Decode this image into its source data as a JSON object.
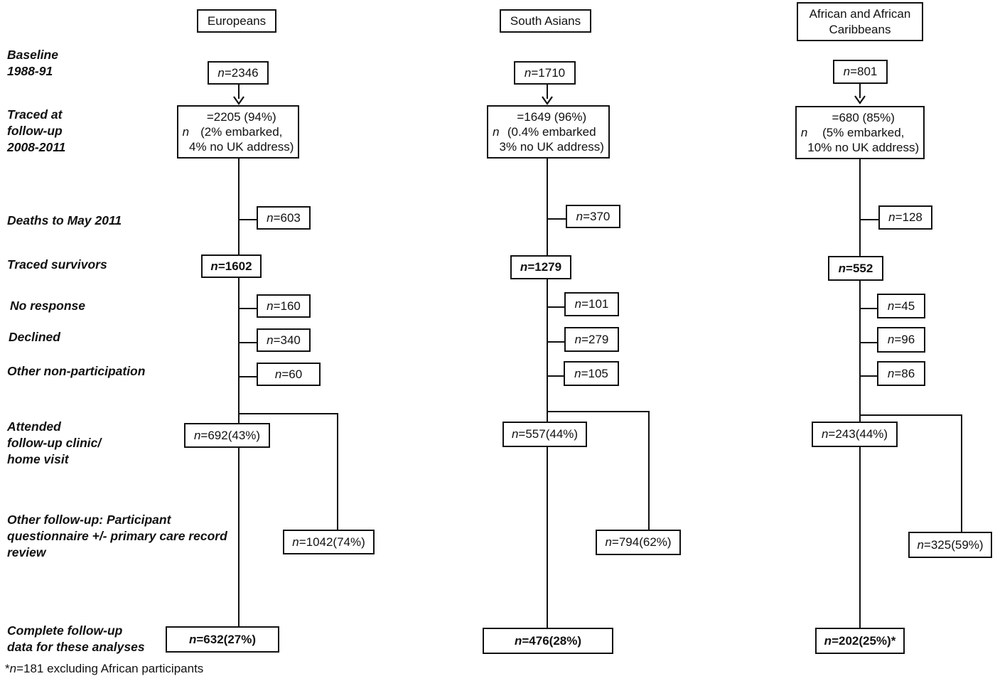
{
  "figure": {
    "row_labels": {
      "baseline": "Baseline\n1988-91",
      "traced": "Traced at\nfollow-up\n2008-2011",
      "deaths": "Deaths to May 2011",
      "survivors": "Traced survivors",
      "no_response": "No response",
      "declined": "Declined",
      "other_nonparticipation": "Other non-participation",
      "attended": "Attended\nfollow-up clinic/\nhome visit",
      "other_followup": "Other follow-up: Participant\nquestionnaire +/- primary care record\nreview",
      "complete": "Complete follow-up\ndata for these analyses"
    },
    "footnote": "*n=181 excluding African participants",
    "columns": [
      {
        "header": "Europeans",
        "baseline": "n=2346",
        "traced": "n=2205 (94%)\n(2% embarked,\n4% no UK address)",
        "deaths": "n=603",
        "survivors": "n=1602",
        "no_response": "n=160",
        "declined": "n=340",
        "other_nonparticipation": "n=60",
        "attended": "n=692(43%)",
        "other_followup": "n=1042(74%)",
        "complete": "n=632(27%)"
      },
      {
        "header": "South Asians",
        "baseline": "n=1710",
        "traced": "n=1649 (96%)\n(0.4% embarked\n3% no UK address)",
        "deaths": "n=370",
        "survivors": "n=1279",
        "no_response": "n=101",
        "declined": "n=279",
        "other_nonparticipation": "n=105",
        "attended": "n=557(44%)",
        "other_followup": "n=794(62%)",
        "complete": "n=476(28%)"
      },
      {
        "header": "African and African\nCaribbeans",
        "baseline": "n=801",
        "traced": "n=680 (85%)\n(5% embarked,\n10% no UK address)",
        "deaths": "n=128",
        "survivors": "n=552",
        "no_response": "n=45",
        "declined": "n=96",
        "other_nonparticipation": "n=86",
        "attended": "n=243(44%)",
        "other_followup": "n=325(59%)",
        "complete": "n=202(25%)*"
      }
    ]
  }
}
